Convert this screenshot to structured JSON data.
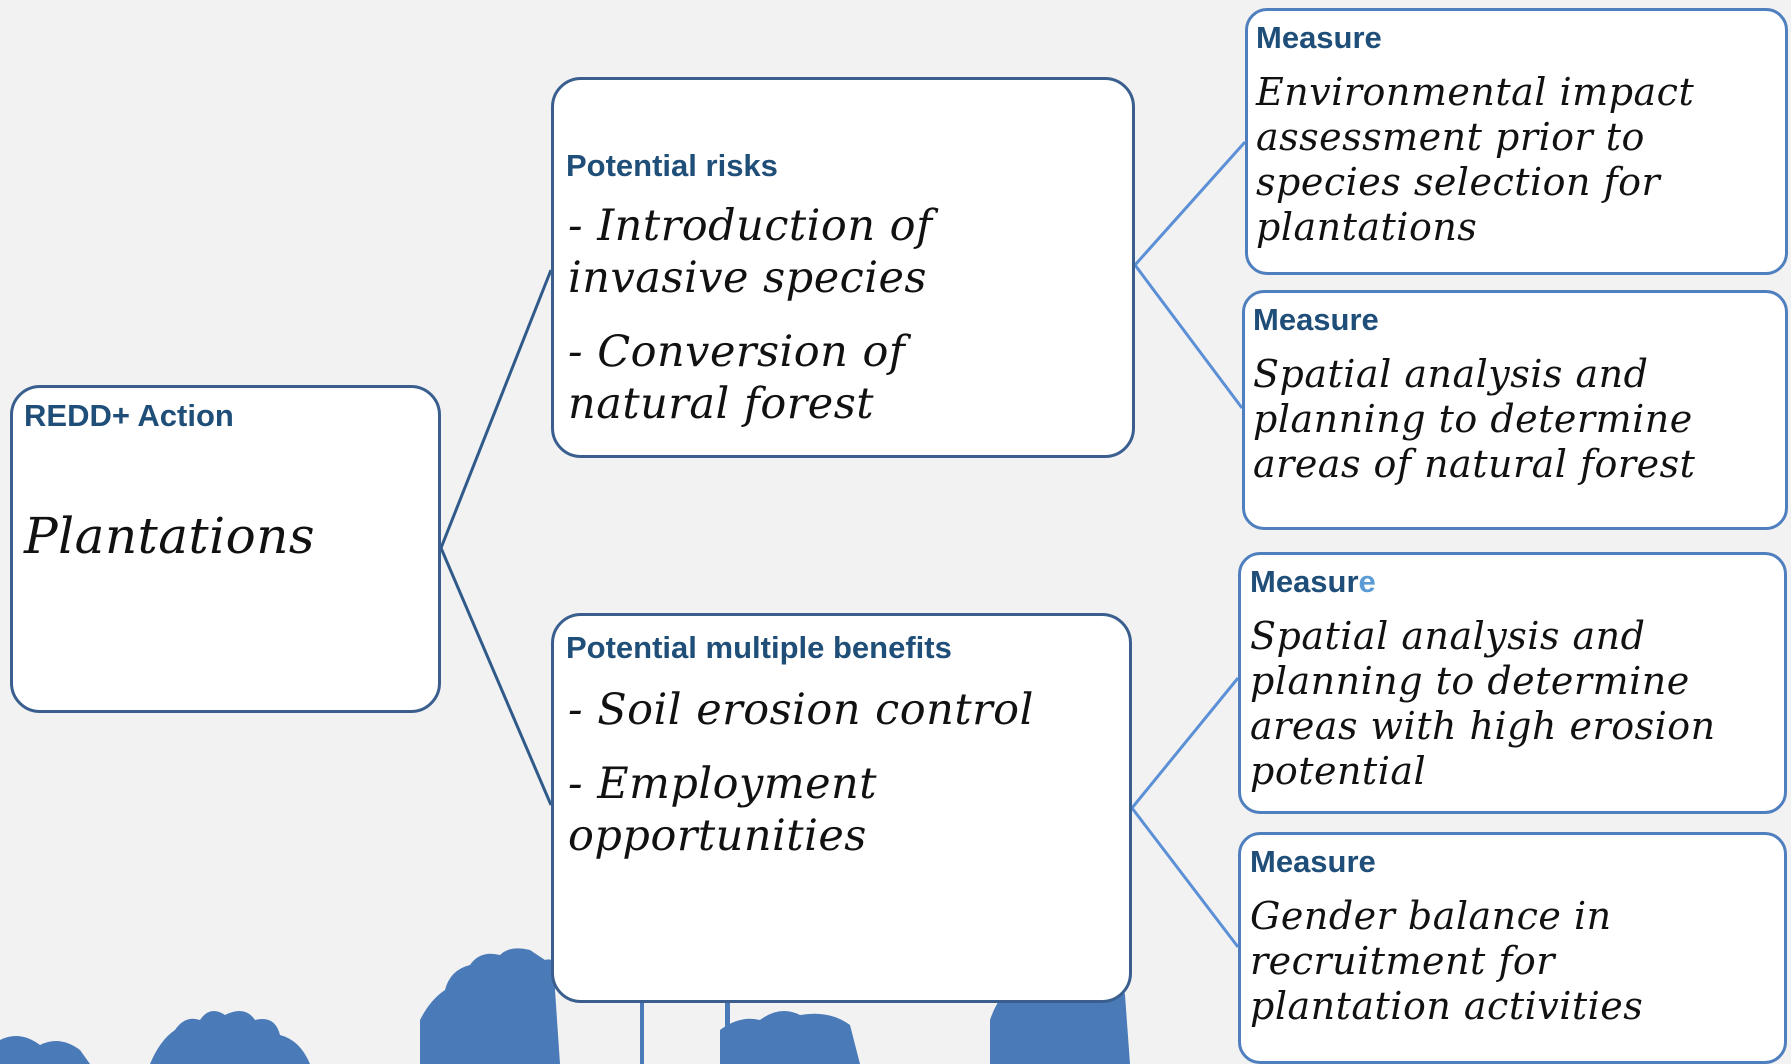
{
  "action": {
    "header": "REDD+ Action",
    "text": "Plantations"
  },
  "risks": {
    "header": "Potential risks",
    "items": [
      [
        "- Introduction of",
        "invasive species"
      ],
      [
        "- Conversion of",
        "natural forest"
      ]
    ]
  },
  "benefits": {
    "header": "Potential multiple benefits",
    "items": [
      [
        "- Soil erosion control"
      ],
      [
        "- Employment",
        "opportunities"
      ]
    ]
  },
  "measures": [
    {
      "header_a": "Measure",
      "header_b": "",
      "lines": [
        "Environmental impact",
        "assessment prior to",
        "species selection for",
        "plantations"
      ]
    },
    {
      "header_a": "Measure",
      "header_b": "",
      "lines": [
        "Spatial analysis and",
        "planning to determine",
        "areas of natural forest"
      ]
    },
    {
      "header_a": "Measur",
      "header_b": "e",
      "lines": [
        "Spatial analysis and",
        "planning to determine",
        "areas with high erosion",
        "potential"
      ]
    },
    {
      "header_a": "Measure",
      "header_b": "",
      "lines": [
        "Gender balance in",
        "recruitment for",
        "plantation activities"
      ]
    }
  ],
  "colors": {
    "background": "#f2f2f2",
    "box_border": "#3a5f8f",
    "measure_border": "#4f7fbf",
    "header_text": "#1f4e79",
    "connector_left": "#2f5a8a",
    "connector_right": "#5b8fd6",
    "tree_silhouette": "#4a7ab8"
  }
}
